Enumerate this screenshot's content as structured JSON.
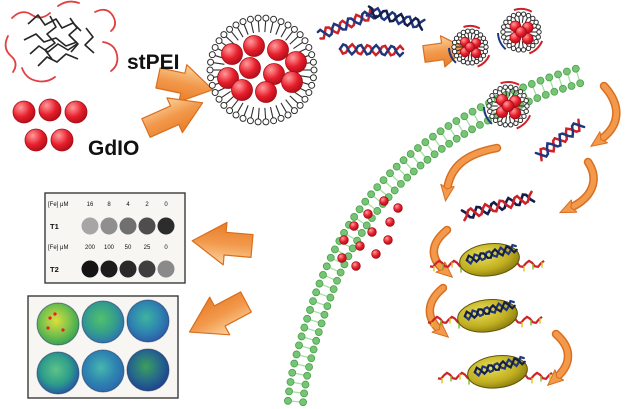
{
  "labels": {
    "polymer": "stPEI",
    "nanoparticle": "GdIO"
  },
  "mri_panel": {
    "rows": [
      {
        "weighting": "T1",
        "conc_label": "[Fe] μM",
        "values": [
          "16",
          "8",
          "4",
          "2",
          "0"
        ],
        "spot_colors": [
          "#a6a6a6",
          "#8f8f8f",
          "#707070",
          "#4e4e4e",
          "#2c2c2c"
        ]
      },
      {
        "weighting": "T2",
        "conc_label": "[Fe] μM",
        "values": [
          "200",
          "100",
          "50",
          "25",
          "0"
        ],
        "spot_colors": [
          "#141414",
          "#1c1c1c",
          "#292929",
          "#3e3e3e",
          "#8a8a8a"
        ]
      }
    ]
  },
  "cell_panel": {
    "spots": [
      {
        "inner": "#ddde3c",
        "mid": "#79c24c",
        "outer": "#2f9e53"
      },
      {
        "inner": "#52c06e",
        "mid": "#35a08a",
        "outer": "#2c6fb2"
      },
      {
        "inner": "#3cb49e",
        "mid": "#2f86b0",
        "outer": "#2a58a8"
      },
      {
        "inner": "#5ec288",
        "mid": "#2f9e8a",
        "outer": "#2350a4"
      },
      {
        "inner": "#47b8ae",
        "mid": "#2f86b0",
        "outer": "#2a66ae"
      },
      {
        "inner": "#3aa05c",
        "mid": "#276a8a",
        "outer": "#1c3f8e"
      }
    ]
  },
  "colors": {
    "text": "#111111",
    "arrow_fill": "#f2994c",
    "arrow_fill_light": "#fbd49e",
    "arrow_fill_deep": "#e87d28",
    "arrow_stroke": "#d96f1f",
    "gdio": "#e81e2c",
    "gdio_highlight": "#ff9b9b",
    "gdio_deep": "#a50d17",
    "membrane": "#76c576",
    "membrane_light": "#a8dca8",
    "membrane_stroke": "#49a049",
    "shell": "#2e2e2e",
    "sirna_red": "#cf2128",
    "sirna_blue": "#20377e",
    "sirna_navy": "#131f4a",
    "risc": "#bfae1f",
    "risc_light": "#eade58",
    "risc_deep": "#7c6e0e",
    "risc_stroke": "#5f540a",
    "tick_yellow": "#dfc11f",
    "tick_green": "#7ab82a",
    "polymer_black": "#262626",
    "polymer_red": "#e04040",
    "panel_border": "#3a3a3a",
    "panel_bg": "#f7f6f2"
  },
  "scene": {
    "gdio_core_count": 5,
    "micelle_core_count": 10,
    "small_micelle_core_count": 5,
    "released_dot_count": 12,
    "sirna_duplex_count": 4,
    "risc_complex_count": 3
  }
}
